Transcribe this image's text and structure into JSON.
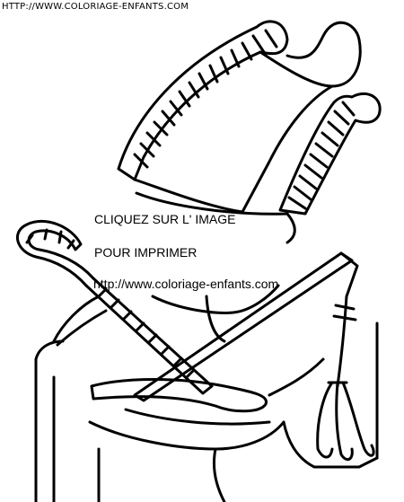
{
  "header": {
    "site_url": "HTTP://WWW.COLORIAGE-ENFANTS.COM"
  },
  "overlay": {
    "line1": "CLIQUEZ SUR L' IMAGE",
    "line2": "POUR IMPRIMER",
    "line3": "http://www.coloriage-enfants.com"
  },
  "colors": {
    "background": "#ffffff",
    "ink": "#000000"
  },
  "image": {
    "subject": "pharaoh coloring page outline (crook and flail, crown)"
  }
}
